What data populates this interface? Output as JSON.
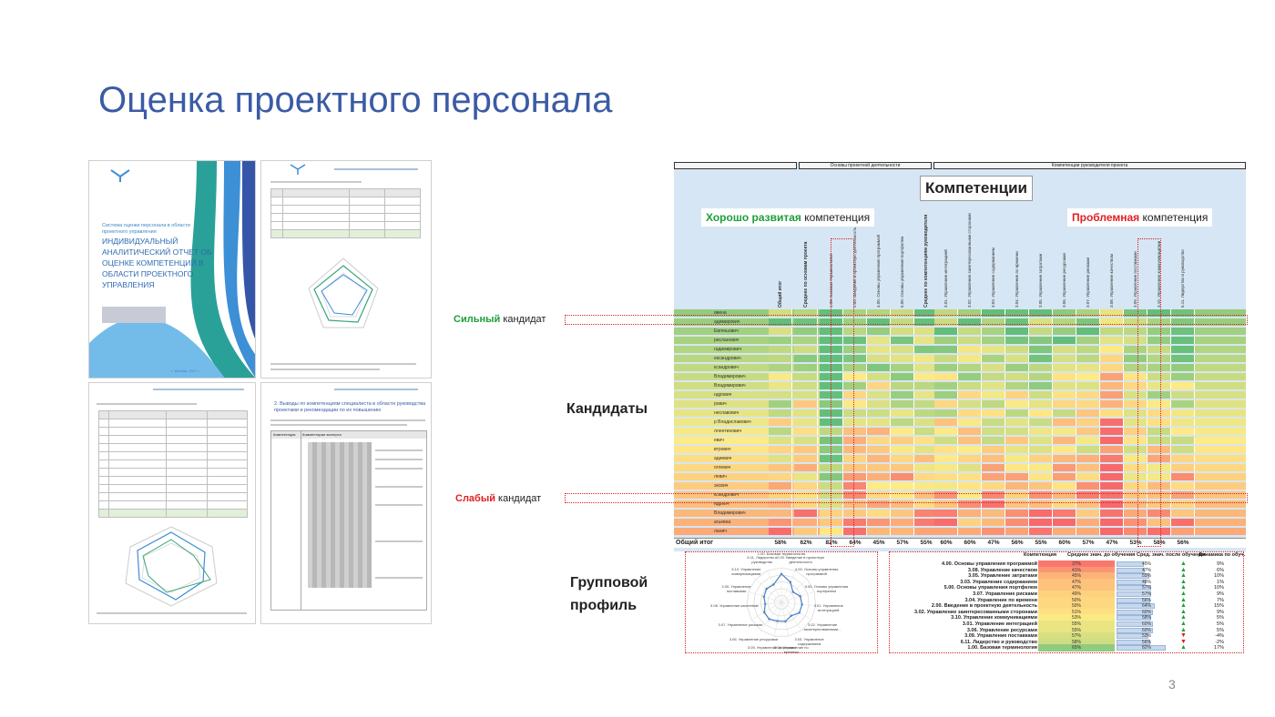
{
  "title": "Оценка проектного персонала",
  "page_number": "3",
  "report_cover": {
    "subtitle": "Система оценки персонала в области проектного управления",
    "heading": "ИНДИВИДУАЛЬНЫЙ АНАЛИТИЧЕСКИЙ ОТЧЕТ ОБ ОЦЕНКЕ КОМПЕТЕНЦИЙ В ОБЛАСТИ ПРОЕКТНОГО УПРАВЛЕНИЯ",
    "footer": "г. Москва, 2017 г."
  },
  "report_page4": {
    "heading": "2. Выводы по компетенциям специалиста в области руководства проектами и рекомендации по их повышению",
    "col1": "Компетенция",
    "col2": "Комментарии эксперта"
  },
  "heatmap": {
    "group_headers": [
      "Основы проектной деятельности",
      "Компетенции руководителя проекта"
    ],
    "column_labels": [
      "Общий итог",
      "Среднее по основам проекта",
      "1.00. Базовая терминология",
      "2.00. Введение в проектную деятельность",
      "4.00. Основы управления программой",
      "5.00. Основы управления портфелем",
      "Среднее по компетенциям руководителя",
      "3.01. Управление интеграцией",
      "3.02. Управление заинтересованными сторонами",
      "3.03. Управление содержанием",
      "3.04. Управление по времени",
      "3.05. Управление затратами",
      "3.06. Управление ресурсами",
      "3.07. Управление рисками",
      "3.08. Управление качеством",
      "3.09. Управление поставками",
      "3.10. Управление коммуникациями",
      "6.11. Лидерство и руководство"
    ],
    "candidate_names": [
      "ивена",
      "адимирович",
      "Евгеньевич",
      "рисланович",
      "гадимирович",
      "ександрович",
      "ксандрович",
      "Владимирович",
      "Владимирович",
      "ндрович",
      "рович",
      "неславович",
      "р Владиславович",
      "ллентинович",
      "евич",
      "втрович",
      "адиевич",
      "оглевич",
      "левич",
      "эксвич",
      "ксандрович",
      "ндреич",
      "Владимирович",
      "агьевна",
      "ланич"
    ],
    "total_label": "Общий итог",
    "total_values": [
      "58%",
      "62%",
      "82%",
      "64%",
      "45%",
      "57%",
      "55%",
      "60%",
      "60%",
      "47%",
      "56%",
      "55%",
      "60%",
      "57%",
      "47%",
      "53%",
      "58%",
      "56%"
    ]
  },
  "callouts": {
    "competencies": "Компетенции",
    "good_strong": "Хорошо развитая",
    "good_rest": " компетенция",
    "problem_strong": "Проблемная",
    "problem_rest": " компетенция",
    "strong_candidate_strong": "Сильный",
    "strong_candidate_rest": " кандидат",
    "weak_candidate_strong": "Слабый",
    "weak_candidate_rest": " кандидат",
    "candidates": "Кандидаты",
    "group_profile_1": "Групповой",
    "group_profile_2": "профиль"
  },
  "radar": {
    "labels": [
      "1.00. Базовая терминология",
      "2.00. Введение в проектную деятельность",
      "4.00. Основы управления программой",
      "5.00. Основы управления портфелем",
      "3.01. Управление интеграцией",
      "3.02. Управление заинтересованными...",
      "3.03. Управление содержанием",
      "3.04. Управление по времени",
      "3.05. Управление затратами",
      "3.06. Управление ресурсами",
      "3.07. Управление рисками",
      "3.08. Управление качеством",
      "3.09. Управление поставками",
      "3.10. Управление коммуникациями",
      "6.11. Лидерство и руководство"
    ]
  },
  "dynamics_table": {
    "headers": [
      "Компетенция",
      "Среднее знач. до обучения",
      "Сред. знач. после обучения",
      "Динамика по обуч."
    ],
    "rows": [
      {
        "name": "4.00. Основы управления программой",
        "before": "37%",
        "after": "45%",
        "dyn": "9%",
        "up": true
      },
      {
        "name": "3.08. Управление качеством",
        "before": "41%",
        "after": "47%",
        "dyn": "6%",
        "up": true
      },
      {
        "name": "3.05. Управление затратами",
        "before": "45%",
        "after": "55%",
        "dyn": "10%",
        "up": true
      },
      {
        "name": "3.03. Управление содержанием",
        "before": "47%",
        "after": "48%",
        "dyn": "1%",
        "up": true
      },
      {
        "name": "5.00. Основы управления портфелем",
        "before": "47%",
        "after": "57%",
        "dyn": "10%",
        "up": true
      },
      {
        "name": "3.07. Управление рисками",
        "before": "49%",
        "after": "57%",
        "dyn": "9%",
        "up": true
      },
      {
        "name": "3.04. Управление по времени",
        "before": "50%",
        "after": "56%",
        "dyn": "7%",
        "up": true
      },
      {
        "name": "2.00. Введение в проектную деятельность",
        "before": "50%",
        "after": "64%",
        "dyn": "15%",
        "up": true
      },
      {
        "name": "3.02. Управление заинтересованными сторонами",
        "before": "51%",
        "after": "60%",
        "dyn": "9%",
        "up": true
      },
      {
        "name": "3.10. Управление коммуникациями",
        "before": "53%",
        "after": "58%",
        "dyn": "5%",
        "up": true
      },
      {
        "name": "3.01. Управление интеграцией",
        "before": "55%",
        "after": "60%",
        "dyn": "5%",
        "up": true
      },
      {
        "name": "3.06. Управление ресурсами",
        "before": "55%",
        "after": "60%",
        "dyn": "5%",
        "up": true
      },
      {
        "name": "3.09. Управление поставками",
        "before": "57%",
        "after": "53%",
        "dyn": "-4%",
        "up": false
      },
      {
        "name": "6.11. Лидерство и руководство",
        "before": "58%",
        "after": "56%",
        "dyn": "-2%",
        "up": false
      },
      {
        "name": "1.00. Базовая терминология",
        "before": "65%",
        "after": "82%",
        "dyn": "17%",
        "up": true
      }
    ]
  },
  "colors": {
    "title": "#3b5ba5",
    "green": "#1c9e3a",
    "red": "#e02020",
    "heat_high": "#63be7b",
    "heat_mid": "#ffeb84",
    "heat_low": "#f8696b"
  }
}
